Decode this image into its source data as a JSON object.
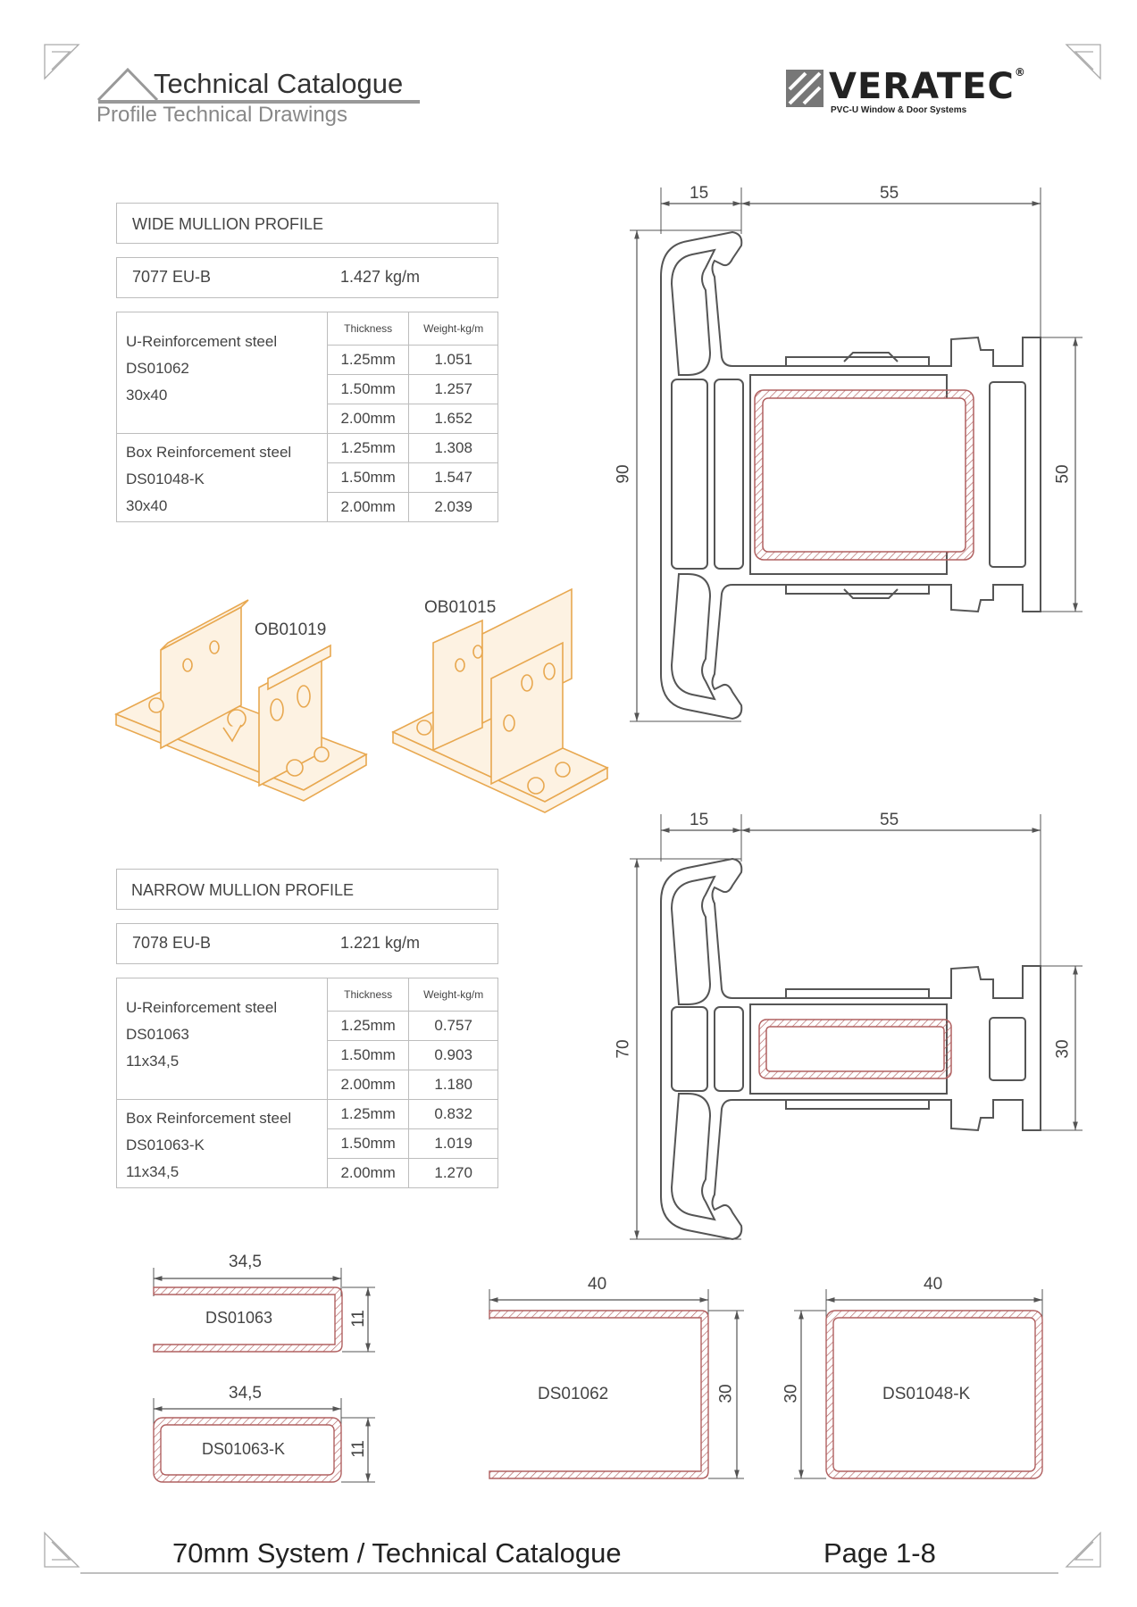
{
  "header": {
    "title": "Technical Catalogue",
    "subtitle": "Profile Technical Drawings",
    "brand": "VERATEC",
    "brand_mark": "®",
    "brand_tagline": "PVC-U Window & Door Systems"
  },
  "wide": {
    "section_title": "WIDE MULLION PROFILE",
    "code": "7077 EU-B",
    "weight": "1.427  kg/m",
    "col_thickness": "Thickness",
    "col_weight": "Weight-kg/m",
    "groups": [
      {
        "name": "U-Reinforcement steel",
        "code": "DS01062",
        "size": "30x40",
        "rows": [
          {
            "t": "1.25mm",
            "w": "1.051"
          },
          {
            "t": "1.50mm",
            "w": "1.257"
          },
          {
            "t": "2.00mm",
            "w": "1.652"
          }
        ]
      },
      {
        "name": "Box Reinforcement steel",
        "code": "DS01048-K",
        "size": "30x40",
        "rows": [
          {
            "t": "1.25mm",
            "w": "1.308"
          },
          {
            "t": "1.50mm",
            "w": "1.547"
          },
          {
            "t": "2.00mm",
            "w": "2.039"
          }
        ]
      }
    ],
    "dims": {
      "left": "15",
      "right": "55",
      "height": "90",
      "inner": "50"
    }
  },
  "narrow": {
    "section_title": "NARROW MULLION PROFILE",
    "code": "7078 EU-B",
    "weight": "1.221  kg/m",
    "col_thickness": "Thickness",
    "col_weight": "Weight-kg/m",
    "groups": [
      {
        "name": "U-Reinforcement steel",
        "code": "DS01063",
        "size": "11x34,5",
        "rows": [
          {
            "t": "1.25mm",
            "w": "0.757"
          },
          {
            "t": "1.50mm",
            "w": "0.903"
          },
          {
            "t": "2.00mm",
            "w": "1.180"
          }
        ]
      },
      {
        "name": "Box Reinforcement steel",
        "code": "DS01063-K",
        "size": "11x34,5",
        "rows": [
          {
            "t": "1.25mm",
            "w": "0.832"
          },
          {
            "t": "1.50mm",
            "w": "1.019"
          },
          {
            "t": "2.00mm",
            "w": "1.270"
          }
        ]
      }
    ],
    "dims": {
      "left": "15",
      "right": "55",
      "height": "70",
      "inner": "30"
    }
  },
  "brackets": {
    "a": "OB01019",
    "b": "OB01015"
  },
  "steel": {
    "ds01063": {
      "label": "DS01063",
      "w": "34,5",
      "h": "11"
    },
    "ds01063k": {
      "label": "DS01063-K",
      "w": "34,5",
      "h": "11"
    },
    "ds01062": {
      "label": "DS01062",
      "w": "40",
      "h": "30"
    },
    "ds01048k": {
      "label": "DS01048-K",
      "w": "40",
      "h": "30"
    }
  },
  "footer": {
    "title": "70mm System / Technical Catalogue",
    "page": "Page 1-8"
  },
  "colors": {
    "hatch": "#b06060",
    "bracket": "#e8a850",
    "line": "#555555",
    "border": "#bdbdbd"
  }
}
